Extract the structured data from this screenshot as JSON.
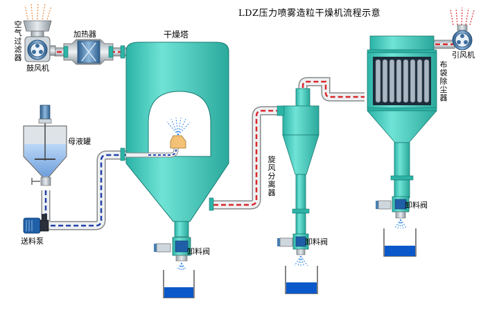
{
  "title": "LDZ压力喷雾造粒干燥机流程示意",
  "labels": {
    "air_filter": "空气过滤器",
    "heater": "加热器",
    "blower": "鼓风机",
    "dryer_tower": "干燥塔",
    "mother_liquor_tank": "母液罐",
    "feed_pump": "送料泵",
    "discharge_valve_tower": "卸料阀",
    "cyclone": "旋风分离器",
    "discharge_valve_cyclone": "卸料阀",
    "bag_filter": "布袋除尘器",
    "discharge_valve_bag": "卸料阀",
    "induced_fan": "引风机"
  },
  "colors": {
    "equipment": "#4fd1c5",
    "pipe_hot": "#d9262b",
    "pipe_feed": "#1f3fa8",
    "product": "#0a58c9",
    "motor": "#4a7fb0"
  }
}
